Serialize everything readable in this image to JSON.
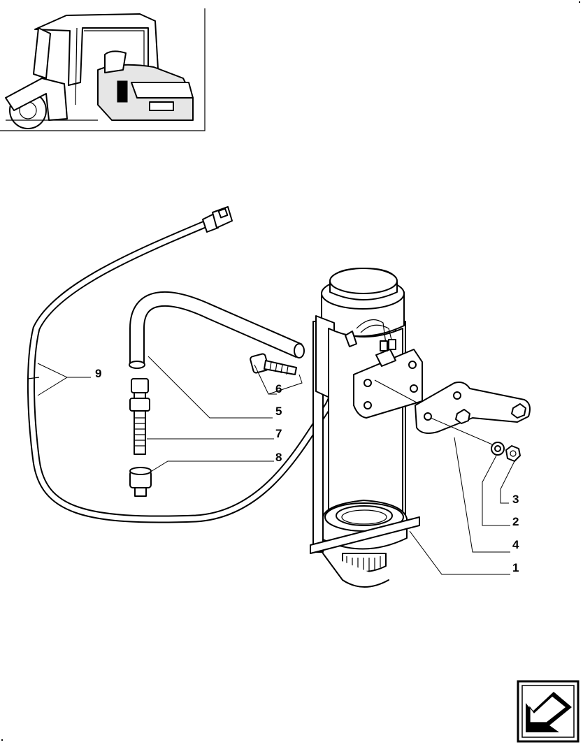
{
  "callouts": [
    "9",
    "6",
    "5",
    "7",
    "8",
    "3",
    "2",
    "4",
    "1"
  ],
  "icons": {
    "inset": "tractor-cab-locator-icon",
    "nav": "previous-page-arrow-icon"
  },
  "colors": {
    "ink": "#000000",
    "paper": "#ffffff",
    "shade": "#e6e6e6"
  }
}
